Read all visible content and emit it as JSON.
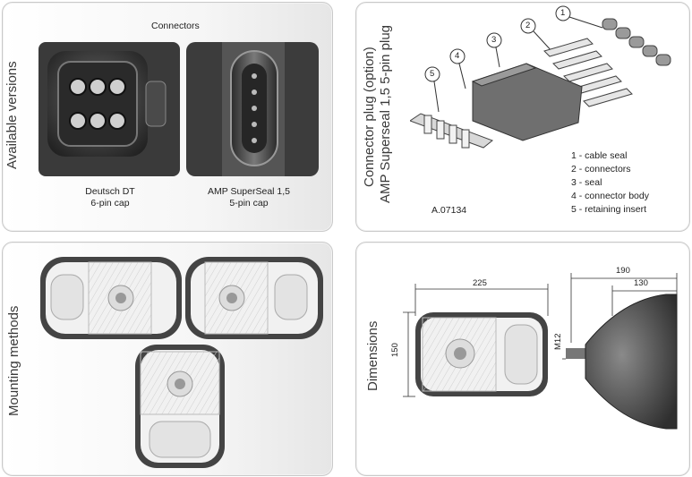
{
  "panels": {
    "versions": {
      "label": "Available versions",
      "header": "Connectors",
      "left_caption_1": "Deutsch DT",
      "left_caption_2": "6-pin cap",
      "right_caption_1": "AMP SuperSeal 1,5",
      "right_caption_2": "5-pin cap"
    },
    "plug": {
      "label_1": "Connector plug (option)",
      "label_2": "AMP Superseal 1,5 5-pin plug",
      "callouts": [
        "1",
        "2",
        "3",
        "4",
        "5"
      ],
      "legend": [
        "1 - cable seal",
        "2 - connectors",
        "3 - seal",
        "4 - connector body",
        "5 - retaining insert"
      ],
      "code": "A.07134"
    },
    "mounting": {
      "label": "Mounting methods"
    },
    "dimensions": {
      "label": "Dimensions",
      "width": "225",
      "height": "150",
      "depth_total": "190",
      "depth_body": "130",
      "thread": "M12"
    }
  }
}
